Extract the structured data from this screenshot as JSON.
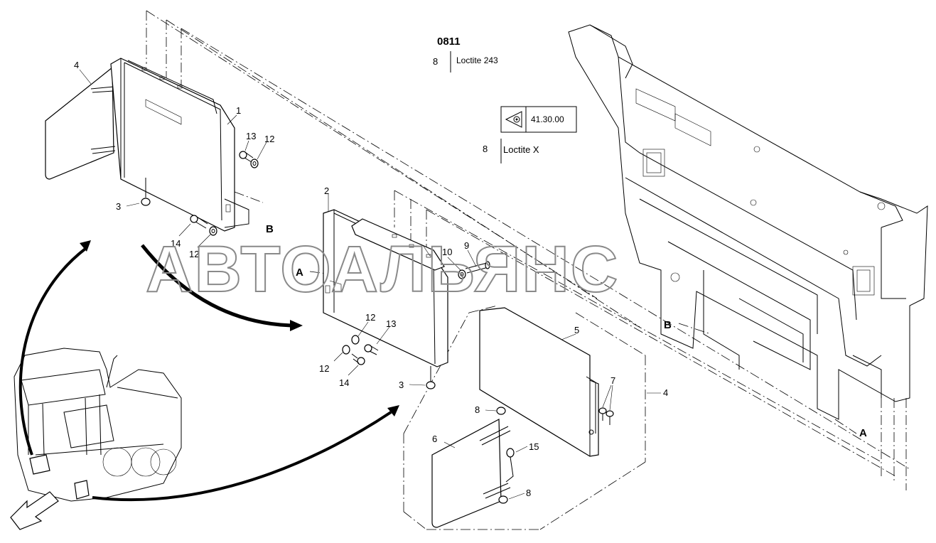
{
  "header": {
    "code": "0811",
    "note1_num": "8",
    "note1_text": "Loctite 243",
    "ref_value": "41.30.00",
    "note2_num": "8",
    "note2_text": "Loctite X"
  },
  "watermark": "АВТОАЛЬЯНС",
  "callouts": {
    "c4a": "4",
    "c1": "1",
    "c13a": "13",
    "c12a": "12",
    "c3a": "3",
    "c14a": "14",
    "c12b": "12",
    "cBa": "B",
    "c2": "2",
    "cAa": "A",
    "c10": "10",
    "c9": "9",
    "c12c": "12",
    "c13b": "13",
    "c12d": "12",
    "c14b": "14",
    "c3b": "3",
    "c5": "5",
    "c7": "7",
    "c4b": "4",
    "c8a": "8",
    "c6": "6",
    "c15": "15",
    "c8b": "8",
    "cBb": "B",
    "cAb": "A"
  }
}
